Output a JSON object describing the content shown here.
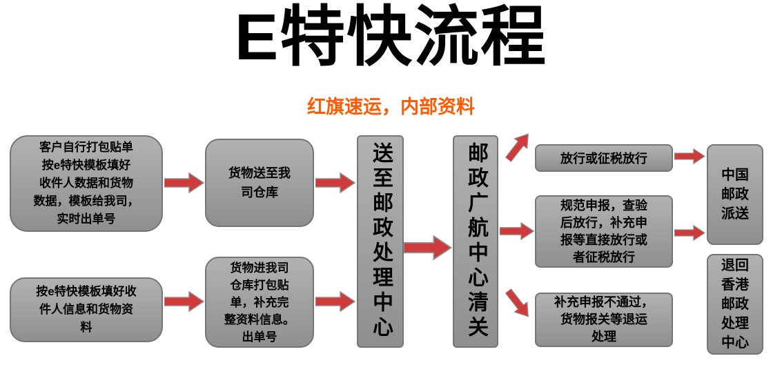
{
  "header": {
    "title": "E特快流程",
    "subtitle": "红旗速运，内部资料"
  },
  "colors": {
    "background": "#ffffff",
    "title-color": "#000000",
    "subtitle-color": "#ff5a00",
    "text-color": "#000000",
    "box-fill-light": "#b2b2b2",
    "box-fill-dark": "#8f8f8f",
    "box-border": "#757575",
    "arrow-fill": "#cf3b3b",
    "arrow-border": "#8f8f8f"
  },
  "flow": {
    "customer_pack": "客户自行打包贴单\n按e特快模板填好\n收件人数据和货物\n数据，模板给我司，\n实时出单号",
    "fill_template": "按e特快模板填好收\n件人信息和货物资\n料",
    "deliver_warehouse": "货物送至我\n司仓库",
    "warehouse_pack": "货物进我司\n仓库打包贴\n单，补充完\n整资料信息。\n出单号",
    "postal_center": "送至邮政处理中心",
    "customs_clearance": "邮政广航中心清关",
    "release": "放行或征税放行",
    "standard_declare": "规范申报，查验\n后放行，补充申\n报等直接放行或\n者征税放行",
    "declare_fail": "补充申报不通过，\n货物报关等退运\n处理",
    "china_post": "中国\n邮政\n派送",
    "return_hk": "退回\n香港\n邮政\n处理\n中心"
  }
}
